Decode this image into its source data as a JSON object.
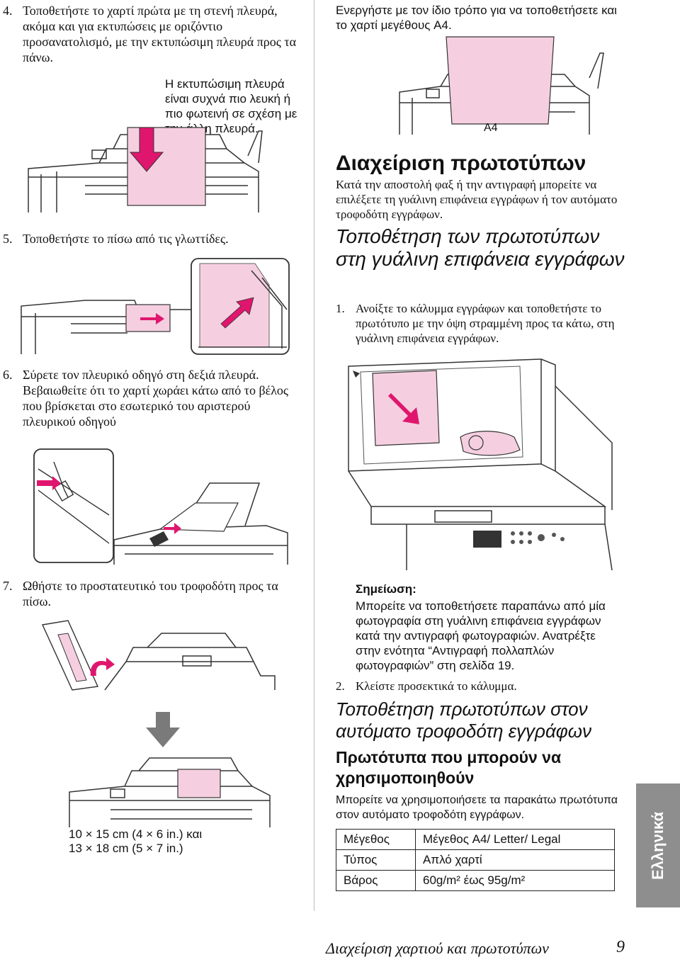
{
  "left": {
    "step4": {
      "num": "4.",
      "text": "Τοποθετήστε το χαρτί πρώτα με τη στενή πλευρά, ακόμα και για εκτυπώσεις με οριζόντιο προσανατολισμό, με την εκτυπώσιμη πλευρά προς τα πάνω."
    },
    "step4_note": "Η εκτυπώσιμη πλευρά είναι συχνά πιο λευκή ή πιο φωτεινή σε σχέση με την άλλη πλευρά.",
    "step5": {
      "num": "5.",
      "text": "Τοποθετήστε το πίσω από τις γλωττίδες."
    },
    "step6": {
      "num": "6.",
      "text": "Σύρετε τον πλευρικό οδηγό στη δεξιά πλευρά. Βεβαιωθείτε ότι το χαρτί χωράει κάτω από το βέλος που βρίσκεται στο εσωτερικό του αριστερού πλευρικού οδηγού"
    },
    "step7": {
      "num": "7.",
      "text": "Ωθήστε το προστατευτικό του τροφοδότη προς τα πίσω."
    },
    "size_line1": "10 × 15 cm (4 × 6 in.) και",
    "size_line2": "13 × 18 cm (5 × 7 in.)"
  },
  "right": {
    "a4_intro": "Ενεργήστε με τον ίδιο τρόπο για να τοποθετήσετε και το χαρτί μεγέθους A4.",
    "a4_label": "A4",
    "section_title": "Διαχείριση πρωτοτύπων",
    "section_body": "Κατά την αποστολή φαξ ή την αντιγραφή μπορείτε να επιλέξετε τη γυάλινη επιφάνεια εγγράφων ή τον αυτόματο τροφοδότη εγγράφων.",
    "glass_title": "Τοποθέτηση των πρωτοτύπων στη γυάλινη επιφάνεια εγγράφων",
    "step1": {
      "num": "1.",
      "text": "Ανοίξτε το κάλυμμα εγγράφων και τοποθετήστε το πρωτότυπο με την όψη στραμμένη προς τα κάτω, στη γυάλινη επιφάνεια εγγράφων."
    },
    "note_title": "Σημείωση:",
    "note_body": "Μπορείτε να τοποθετήσετε παραπάνω από μία φωτογραφία στη γυάλινη επιφάνεια εγγράφων κατά την αντιγραφή φωτογραφιών. Ανατρέξτε στην ενότητα “Αντιγραφή πολλαπλών φωτογραφιών” στη σελίδα 19.",
    "step2": {
      "num": "2.",
      "text": "Κλείστε προσεκτικά το κάλυμμα."
    },
    "adf_title": "Τοποθέτηση πρωτοτύπων στον αυτόματο τροφοδότη εγγράφων",
    "usable_title": "Πρωτότυπα που μπορούν να χρησιμοποιηθούν",
    "usable_body": "Μπορείτε να χρησιμοποιήσετε τα παρακάτω πρωτότυπα στον αυτόματο τροφοδότη εγγράφων.",
    "specs": [
      {
        "key": "Μέγεθος",
        "value": "Μέγεθος A4/ Letter/ Legal"
      },
      {
        "key": "Τύπος",
        "value": "Απλό χαρτί"
      },
      {
        "key": "Βάρος",
        "value": "60g/m² έως 95g/m²"
      }
    ]
  },
  "tab_label": "Ελληνικά",
  "footer": {
    "title": "Διαχείριση χαρτιού και πρωτοτύπων",
    "page": "9"
  },
  "colors": {
    "pink_paper": "#f5cfe0",
    "magenta_arrow": "#e0166e",
    "grey_arrow": "#7a7a7a",
    "tab": "#8e8e8e"
  }
}
